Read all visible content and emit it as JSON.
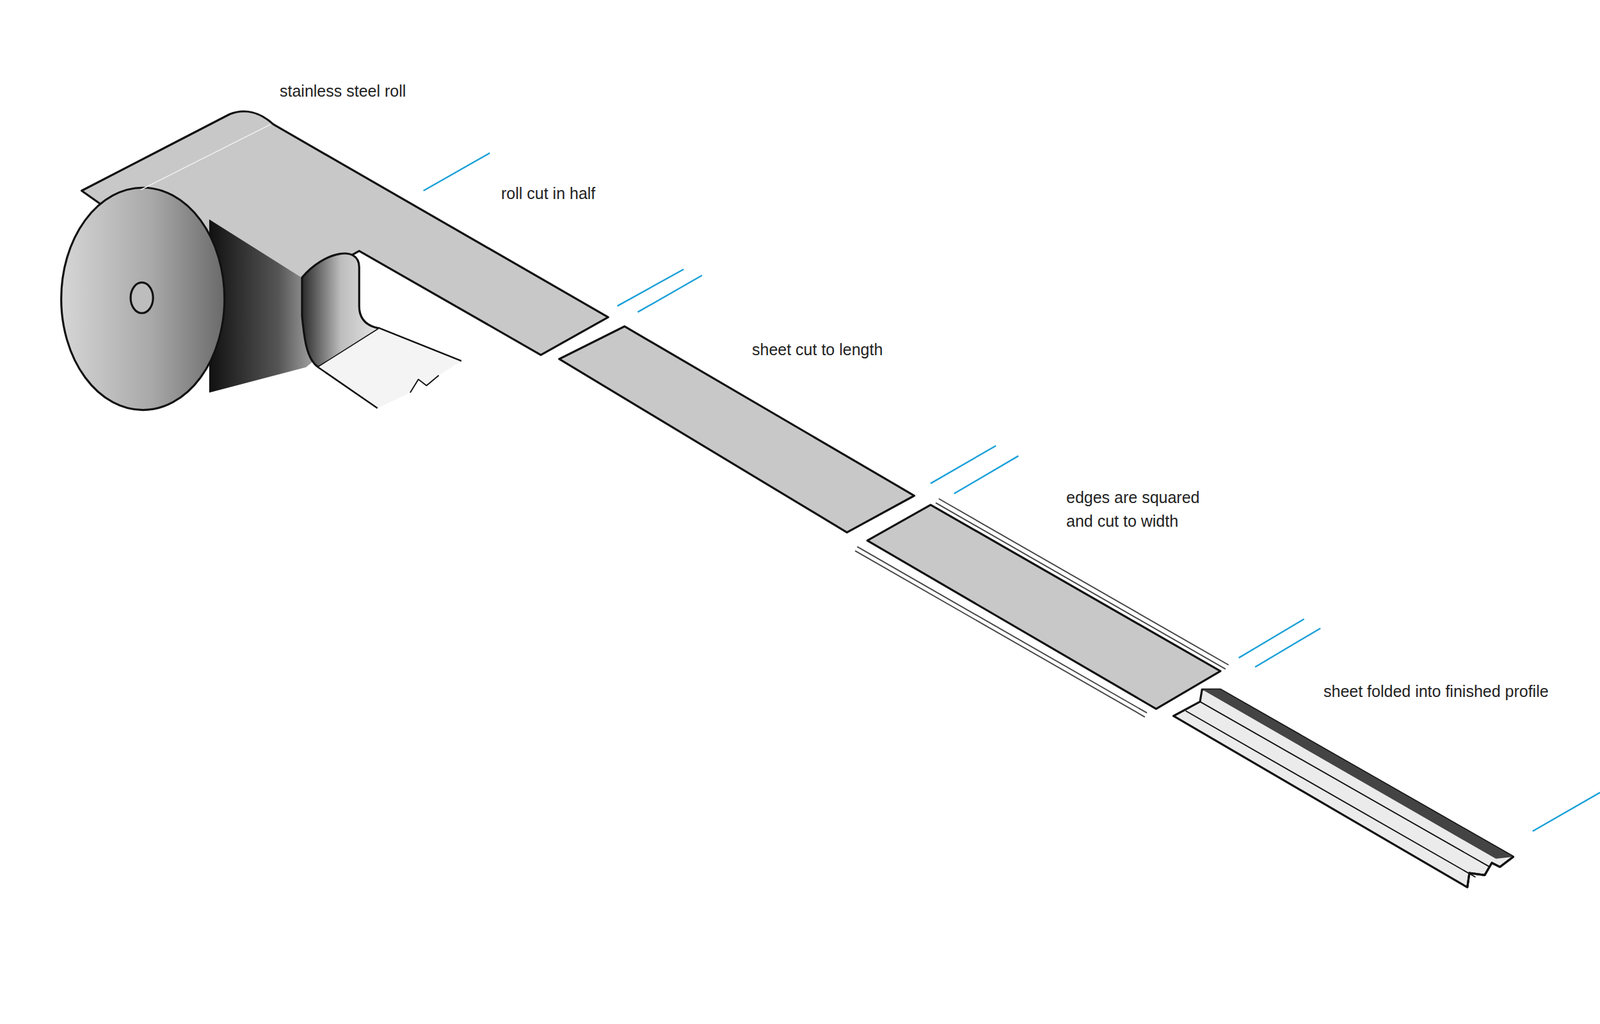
{
  "diagram": {
    "labels": [
      "stainless steel roll",
      "roll cut in half",
      "sheet cut to length",
      "edges are squared and cut to width",
      "sheet folded into finished profile"
    ]
  }
}
